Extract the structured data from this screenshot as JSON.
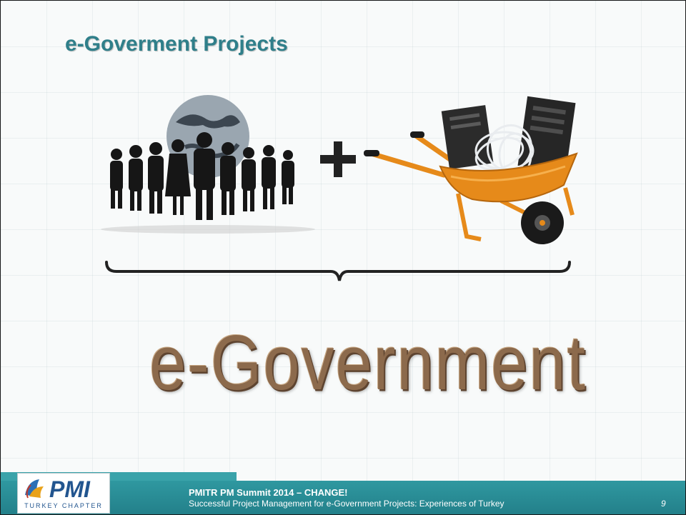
{
  "slide": {
    "title": "e-Goverment Projects",
    "big_word": "e-Government"
  },
  "illustration": {
    "people_image": "crowd of business people silhouettes in front of a globe",
    "operator": "+",
    "hardware_image": "orange wheelbarrow full of computer servers and cables"
  },
  "footer": {
    "logo_text": "PMI",
    "logo_caption": "TURKEY CHAPTER",
    "line1": "PMITR PM Summit 2014 – CHANGE!",
    "line2": "Successful Project Management for e-Government Projects: Experiences of Turkey",
    "page_number": "9"
  },
  "colors": {
    "title": "#2f7f8a",
    "footer_band": "#2a8f98",
    "pmi_blue": "#22558f",
    "wheelbarrow": "#e68a1a"
  }
}
